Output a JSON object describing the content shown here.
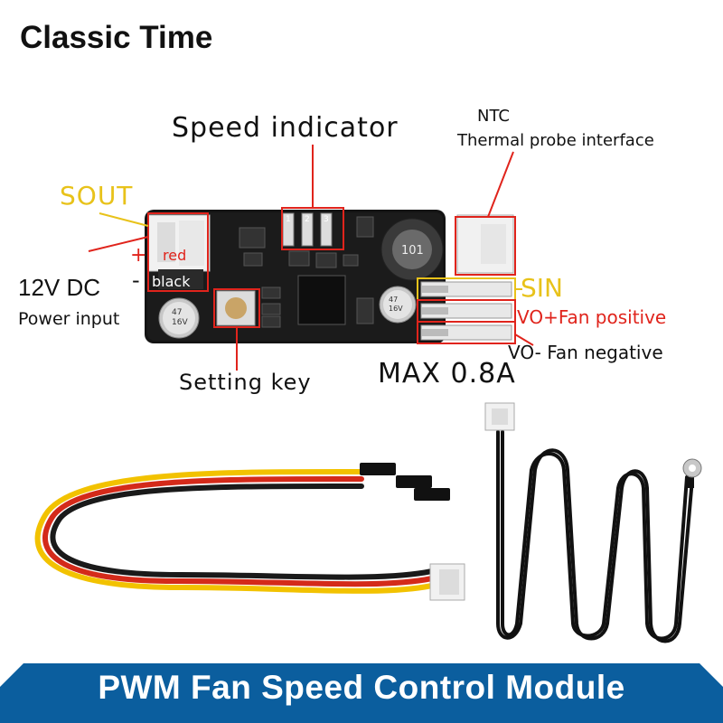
{
  "brand": "Classic Time",
  "labels": {
    "speed_indicator": "Speed indicator",
    "ntc": "NTC",
    "thermal_probe": "Thermal probe interface",
    "sout": "SOUT",
    "plus": "+",
    "minus": "-",
    "red": "red",
    "black": "black",
    "dc_12v": "12V DC",
    "power_input": "Power input",
    "sin": "SIN",
    "vo_plus": "VO+Fan positive",
    "vo_minus": "VO- Fan negative",
    "setting_key": "Setting key",
    "max_current": "MAX 0.8A",
    "indicator_1": "1",
    "indicator_2": "2",
    "indicator_3": "3",
    "cap_left": "47 16V",
    "cap_right": "47 16V",
    "inductor": "101"
  },
  "footer": "PWM Fan Speed Control Module",
  "colors": {
    "callout_red": "#e0241c",
    "sout_yellow": "#e8c21a",
    "footer_blue": "#0b5e9e",
    "pcb_black": "#141414"
  }
}
